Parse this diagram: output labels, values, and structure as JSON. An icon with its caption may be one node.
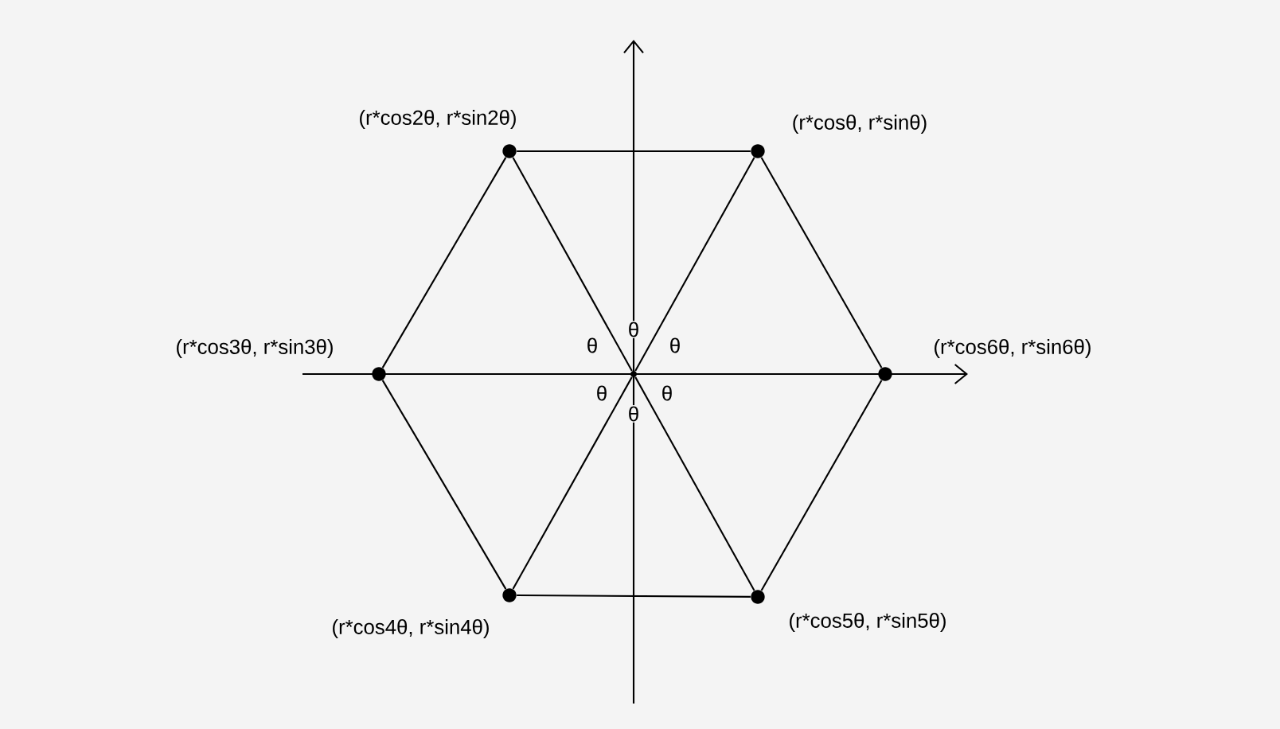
{
  "diagram": {
    "nodes": [
      {
        "text": [],
        "shape": "circle",
        "beside": [
          "(r*cosθ, r*sinθ)"
        ]
      },
      {
        "text": [],
        "shape": "circle",
        "beside": [
          "(r*cos2θ, r*sin2θ)"
        ]
      },
      {
        "text": [],
        "shape": "circle",
        "beside": [
          "(r*cos3θ, r*sin3θ)"
        ]
      },
      {
        "text": [],
        "shape": "circle",
        "beside": [
          "(r*cos4θ, r*sin4θ)"
        ]
      },
      {
        "text": [],
        "shape": "circle",
        "beside": [
          "(r*cos5θ, r*sin5θ)"
        ]
      },
      {
        "text": [],
        "shape": "circle",
        "beside": [
          "(r*cos6θ, r*sin6θ)"
        ]
      },
      {
        "text": [],
        "shape": "circle"
      }
    ],
    "edges": [
      {
        "from": 0,
        "to": 1,
        "arrow": "none"
      },
      {
        "from": 1,
        "to": 2,
        "arrow": "none"
      },
      {
        "from": 2,
        "to": 3,
        "arrow": "none"
      },
      {
        "from": 3,
        "to": 4,
        "arrow": "none"
      },
      {
        "from": 4,
        "to": 5,
        "arrow": "none"
      },
      {
        "from": 5,
        "to": 0,
        "arrow": "none"
      },
      {
        "from": 6,
        "to": 0,
        "arrow": "none"
      },
      {
        "from": 6,
        "to": 1,
        "arrow": "none"
      },
      {
        "from": 6,
        "to": 3,
        "arrow": "none"
      },
      {
        "from": 6,
        "to": 4,
        "arrow": "none"
      }
    ],
    "labels": [
      "θ",
      "θ",
      "θ",
      "θ",
      "θ",
      "θ"
    ]
  }
}
